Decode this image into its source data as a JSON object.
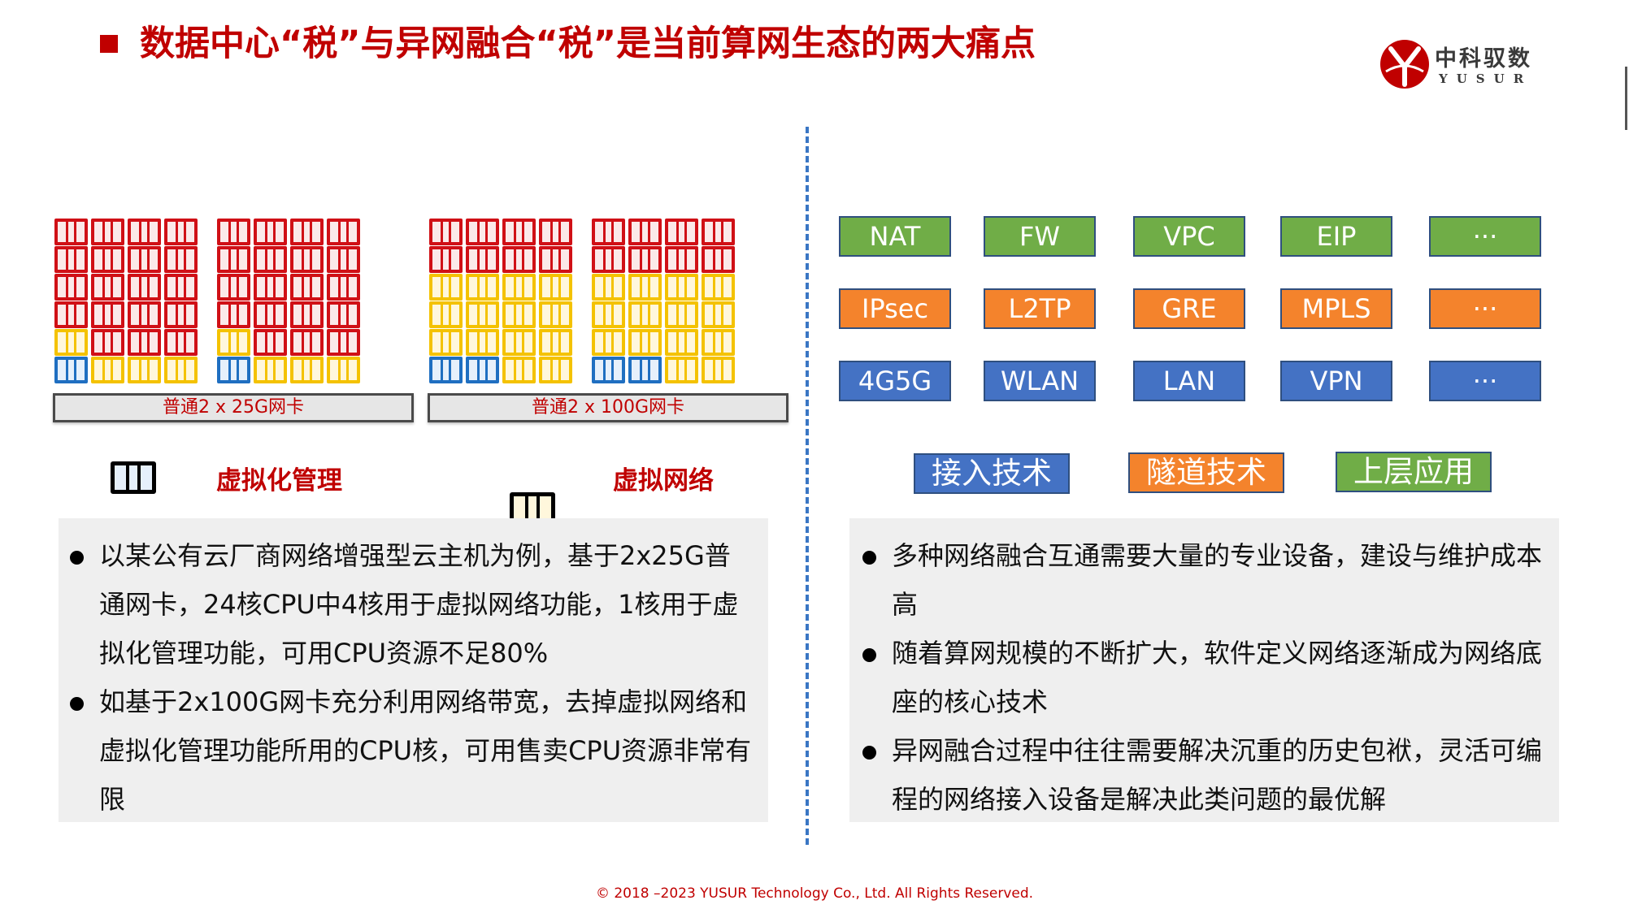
{
  "title": "数据中心“税”与异网融合“税”是当前算网生态的两大痛点",
  "logo": {
    "cn": "中科驭数",
    "en": "YUSUR"
  },
  "colors": {
    "red": "#d01016",
    "yellow": "#f4c200",
    "blue": "#1f6fc1",
    "green": "#70ad47",
    "orange": "#f4832c",
    "proto_blue": "#4472c4"
  },
  "left": {
    "nic_25g": "普通2 x 25G网卡",
    "nic_100g": "普通2 x 100G网卡",
    "legend": [
      {
        "label": "虚拟化管理",
        "color": "blue",
        "icon": "cpu-core-icon"
      },
      {
        "label": "虚拟网络",
        "color": "yellow",
        "icon": "cpu-core-icon"
      }
    ],
    "bullets": [
      "以某公有云厂商网络增强型云主机为例，基于2x25G普通网卡，24核CPU中4核用于虚拟网络功能，1核用于虚拟化管理功能，可用CPU资源不足80%",
      "如基于2x100G网卡充分利用网络带宽，去掉虚拟网络和虚拟化管理功能所用的CPU核，可用售卖CPU资源非常有限"
    ]
  },
  "right": {
    "rows": [
      [
        "NAT",
        "FW",
        "VPC",
        "EIP",
        "···"
      ],
      [
        "IPsec",
        "L2TP",
        "GRE",
        "MPLS",
        "···"
      ],
      [
        "4G5G",
        "WLAN",
        "LAN",
        "VPN",
        "···"
      ]
    ],
    "categories": [
      "接入技术",
      "隧道技术",
      "上层应用"
    ],
    "bullets": [
      "多种网络融合互通需要大量的专业设备，建设与维护成本高",
      "随着算网规模的不断扩大，软件定义网络逐渐成为网络底座的核心技术",
      "异网融合过程中往往需要解决沉重的历史包袱，灵活可编程的网络接入设备是解决此类问题的最优解"
    ]
  },
  "footer": "© 2018 –2023 YUSUR Technology Co., Ltd. All Rights Reserved."
}
